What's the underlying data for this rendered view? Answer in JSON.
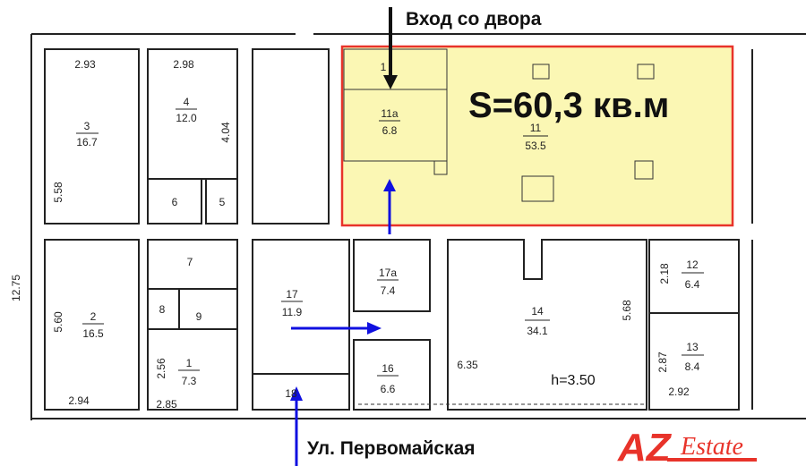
{
  "annotations": {
    "courtyard_entrance": "Вход со двора",
    "street": "Ул. Первомайская",
    "highlighted_area": "S=60,3 кв.м",
    "ceiling_height": "h=3.50"
  },
  "rooms": [
    {
      "id": "3",
      "area": "16.7"
    },
    {
      "id": "4",
      "area": "12.0"
    },
    {
      "id": "6"
    },
    {
      "id": "5"
    },
    {
      "id": "11а",
      "area": "6.8"
    },
    {
      "id": "11",
      "area": "53.5"
    },
    {
      "id": "2",
      "area": "16.5"
    },
    {
      "id": "7"
    },
    {
      "id": "8"
    },
    {
      "id": "9"
    },
    {
      "id": "1",
      "area": "7.3"
    },
    {
      "id": "17",
      "area": "11.9"
    },
    {
      "id": "18"
    },
    {
      "id": "17а",
      "area": "7.4"
    },
    {
      "id": "16",
      "area": "6.6"
    },
    {
      "id": "14",
      "area": "34.1"
    },
    {
      "id": "12",
      "area": "6.4"
    },
    {
      "id": "13",
      "area": "8.4"
    },
    {
      "id": "1"
    }
  ],
  "dimensions": [
    "2.93",
    "2.98",
    "4.04",
    "5.58",
    "12.75",
    "5.60",
    "2.94",
    "2.56",
    "2.85",
    "6.35",
    "5.68",
    "2.18",
    "2.87",
    "2.92"
  ],
  "logo": {
    "text_a": "AZ",
    "text_b": "Estate",
    "color": "#e8332a"
  },
  "colors": {
    "highlight_fill": "#fbf7b4",
    "highlight_border": "#e8332a",
    "arrow_blue": "#1010e0",
    "arrow_black": "#111111"
  }
}
